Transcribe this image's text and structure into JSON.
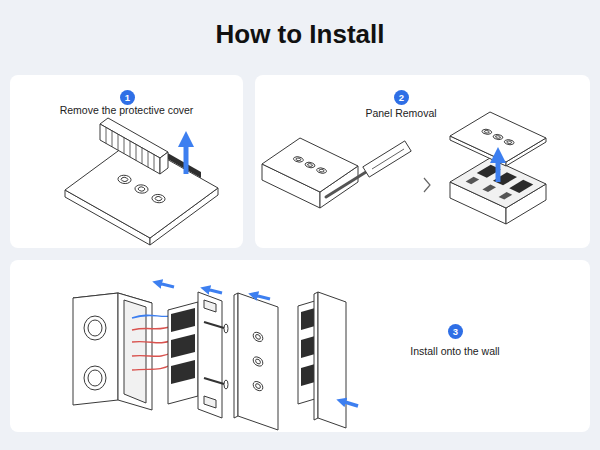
{
  "diagram": {
    "title": "How to Install",
    "nodes": [
      {
        "text": [
          "Remove the protective cover"
        ]
      },
      {
        "text": [
          "1"
        ],
        "in": 0
      },
      {
        "text": [
          "Panel Removal"
        ]
      },
      {
        "text": [
          "2"
        ],
        "in": 2
      },
      {
        "text": [
          "Install onto the wall"
        ]
      },
      {
        "text": [
          "3"
        ],
        "in": 4
      }
    ]
  }
}
